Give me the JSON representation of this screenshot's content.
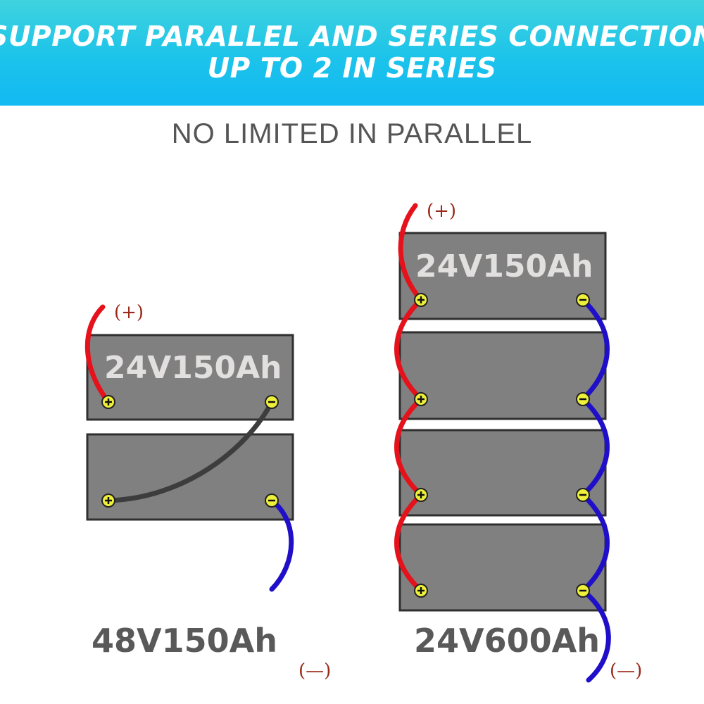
{
  "header": {
    "line1": "SUPPORT PARALLEL AND SERIES CONNECTION",
    "line2": "UP TO 2 IN SERIES"
  },
  "subtitle": "NO LIMITED IN PARALLEL",
  "series_diagram": {
    "battery_label": "24V150Ah",
    "positive_label": "(+)",
    "negative_label": "(—)",
    "total_label": "48V150Ah"
  },
  "parallel_diagram": {
    "battery_label": "24V150Ah",
    "positive_label": "(+)",
    "negative_label": "(—)",
    "total_label": "24V600Ah"
  },
  "colors": {
    "banner": "#1cc3ea",
    "battery_fill": "#808080",
    "positive_wire": "#e5121b",
    "negative_wire": "#1f0fc8",
    "series_link_wire": "#3d3d3d",
    "terminal": "#eef03a"
  }
}
